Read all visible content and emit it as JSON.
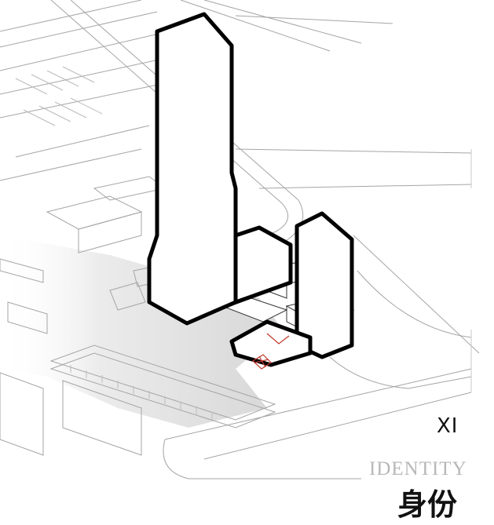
{
  "caption": {
    "numeral": "XI",
    "english": "IDENTITY",
    "chinese": "身份"
  },
  "colors": {
    "background": "#ffffff",
    "linework": "#9a9a9a",
    "tower_outline": "#000000",
    "plaza_shade": "#d9d9d9",
    "english_label": "#b8b8b8",
    "accent_red": "#c0392b"
  }
}
